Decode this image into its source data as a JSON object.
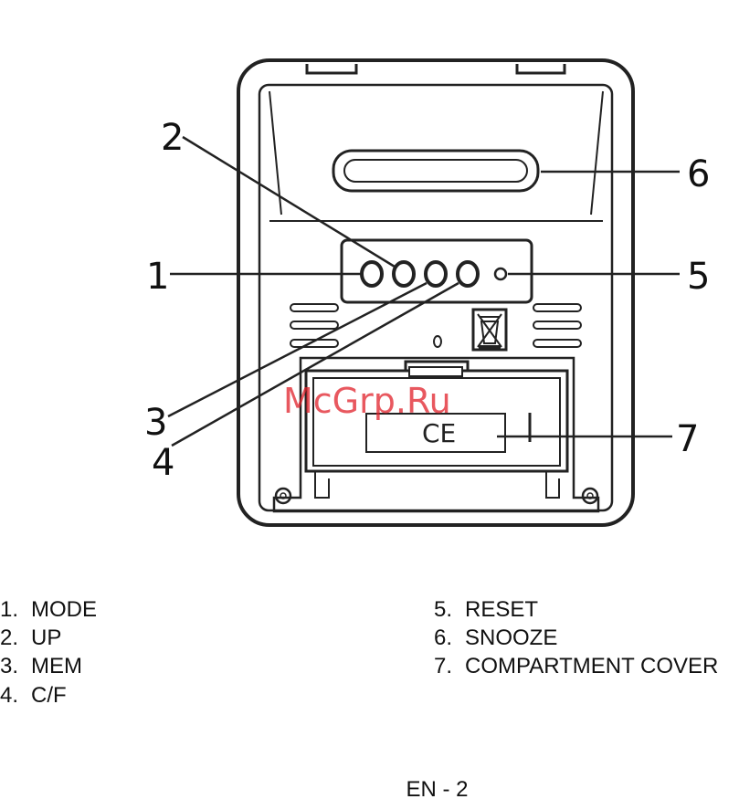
{
  "diagram": {
    "callouts": [
      "1",
      "2",
      "3",
      "4",
      "5",
      "6",
      "7"
    ],
    "watermark": "McGrp.Ru",
    "ce_mark": "CE"
  },
  "legend": {
    "left": [
      {
        "num": "1.",
        "label": "MODE"
      },
      {
        "num": "2.",
        "label": "UP"
      },
      {
        "num": "3.",
        "label": "MEM"
      },
      {
        "num": "4.",
        "label": "C/F"
      }
    ],
    "right": [
      {
        "num": "5.",
        "label": "RESET"
      },
      {
        "num": "6.",
        "label": "SNOOZE"
      },
      {
        "num": "7.",
        "label": "COMPARTMENT COVER"
      }
    ]
  },
  "footer": {
    "page_label": "EN - 2"
  }
}
